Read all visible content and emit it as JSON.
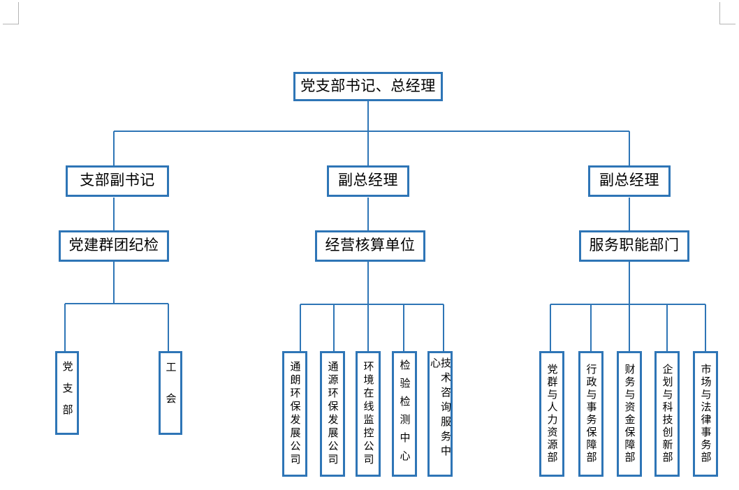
{
  "document": {
    "type": "organization-chart",
    "orientation": "top-down",
    "accent_color": "#2E75B6",
    "connector_color": "#2E75B6",
    "background_color": "#FFFFFF",
    "margin_mark_color": "#B4B4B4"
  },
  "nodes": {
    "root": {
      "label": "党支部书记、总经理"
    },
    "level2": [
      {
        "label": "支部副书记"
      },
      {
        "label": "副总经理"
      },
      {
        "label": "副总经理"
      }
    ],
    "level3": [
      {
        "label": "党建群团纪检"
      },
      {
        "label": "经营核算单位"
      },
      {
        "label": "服务职能部门"
      }
    ],
    "branch_party": [
      {
        "label": "党支部"
      },
      {
        "label": "工会"
      }
    ],
    "branch_business": [
      {
        "label": "通朗环保发展公司"
      },
      {
        "label": "通源环保发展公司"
      },
      {
        "label": "环境在线监控公司"
      },
      {
        "label": "检验检测中心"
      },
      {
        "label": "技术咨询服务中心"
      }
    ],
    "branch_service": [
      {
        "label": "党群与人力资源部"
      },
      {
        "label": "行政与事务保障部"
      },
      {
        "label": "财务与资金保障部"
      },
      {
        "label": "企划与科技创新部"
      },
      {
        "label": "市场与法律事务部"
      }
    ]
  }
}
